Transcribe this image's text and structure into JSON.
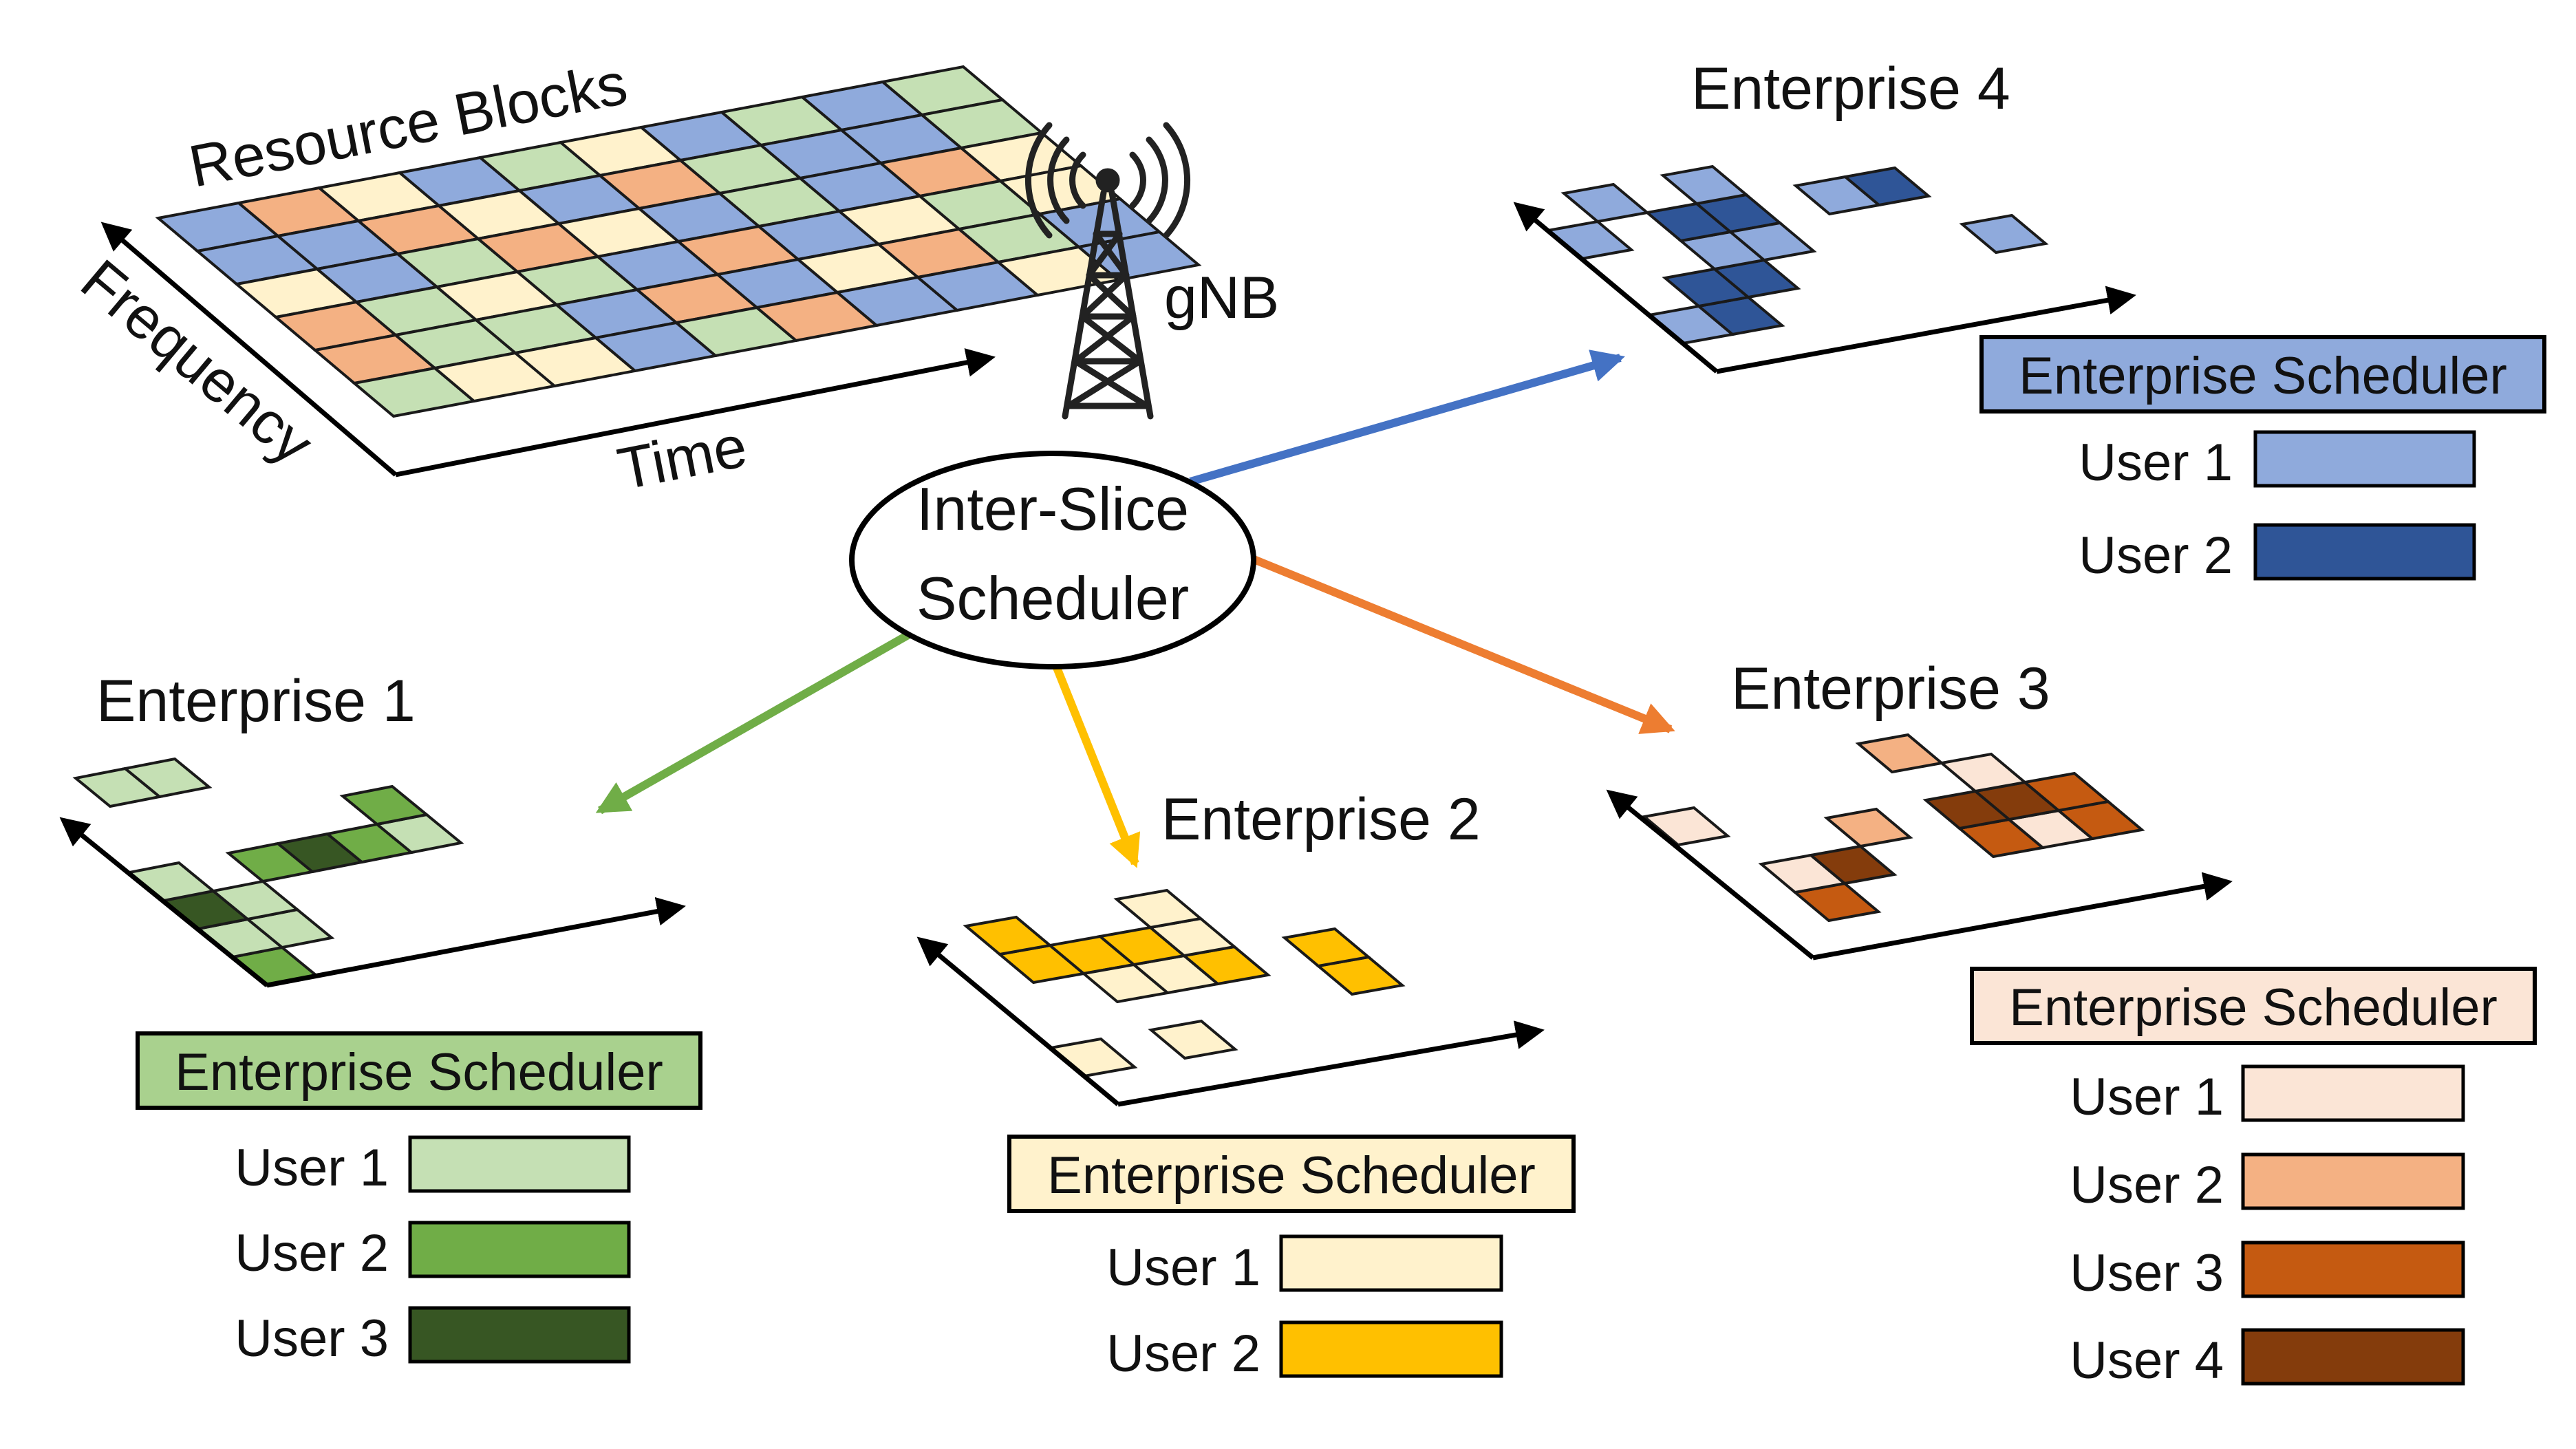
{
  "gnb": {
    "label": "gNB"
  },
  "resource_grid": {
    "title": "Resource Blocks",
    "frequency_label": "Frequency",
    "time_label": "Time",
    "colors": [
      "#8faadc",
      "#f4b183",
      "#fff2cc",
      "#c5e0b4"
    ]
  },
  "inter_slice": {
    "line1": "Inter-Slice",
    "line2": "Scheduler"
  },
  "arrows": {
    "enterprise_1": "#70ad47",
    "enterprise_2": "#ffc000",
    "enterprise_3": "#ed7d31",
    "enterprise_4": "#4472c4"
  },
  "enterprises": [
    {
      "id": "e1",
      "title": "Enterprise 1",
      "scheduler_label": "Enterprise Scheduler",
      "scheduler_bg": "#a9d18e",
      "users": [
        {
          "label": "User 1",
          "color": "#c5e0b4"
        },
        {
          "label": "User 2",
          "color": "#70ad47"
        },
        {
          "label": "User 3",
          "color": "#375623"
        }
      ]
    },
    {
      "id": "e2",
      "title": "Enterprise 2",
      "scheduler_label": "Enterprise Scheduler",
      "scheduler_bg": "#fff2cc",
      "users": [
        {
          "label": "User 1",
          "color": "#fff2cc"
        },
        {
          "label": "User 2",
          "color": "#ffc000"
        }
      ]
    },
    {
      "id": "e3",
      "title": "Enterprise 3",
      "scheduler_label": "Enterprise Scheduler",
      "scheduler_bg": "#fbe5d6",
      "users": [
        {
          "label": "User 1",
          "color": "#fbe5d6"
        },
        {
          "label": "User 2",
          "color": "#f4b183"
        },
        {
          "label": "User 3",
          "color": "#c55a11"
        },
        {
          "label": "User 4",
          "color": "#843c0c"
        }
      ]
    },
    {
      "id": "e4",
      "title": "Enterprise 4",
      "scheduler_label": "Enterprise Scheduler",
      "scheduler_bg": "#8faadc",
      "users": [
        {
          "label": "User 1",
          "color": "#8faadc"
        },
        {
          "label": "User 2",
          "color": "#2f5597"
        }
      ]
    }
  ]
}
